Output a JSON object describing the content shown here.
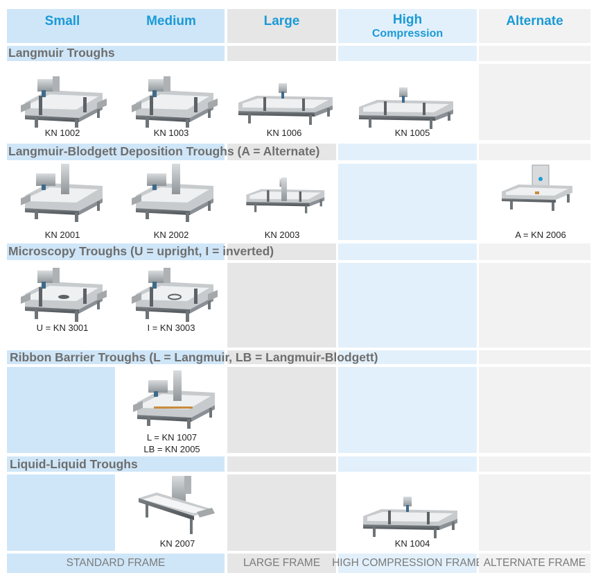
{
  "header": {
    "small": "Small",
    "medium": "Medium",
    "large": "Large",
    "high_line1": "High",
    "high_line2": "Compression",
    "alternate": "Alternate"
  },
  "sections": {
    "langmuir": {
      "title": "Langmuir Troughs",
      "items": [
        "KN 1002",
        "KN 1003",
        "KN 1006",
        "KN 1005"
      ]
    },
    "lb": {
      "title": "Langmuir-Blodgett Deposition Troughs (A = Alternate)",
      "items": [
        "KN 2001",
        "KN 2002",
        "KN 2003",
        "A = KN 2006"
      ]
    },
    "microscopy": {
      "title": "Microscopy Troughs (U = upright, I = inverted)",
      "items": [
        "U = KN 3001",
        "I = KN 3003"
      ]
    },
    "ribbon": {
      "title": "Ribbon Barrier Troughs (L = Langmuir, LB = Langmuir-Blodgett)",
      "items": [
        "L = KN 1007",
        "LB = KN 2005"
      ]
    },
    "liquid": {
      "title": "Liquid-Liquid Troughs",
      "items": [
        "KN 2007",
        "KN 1004"
      ]
    }
  },
  "footer": {
    "standard": "STANDARD FRAME",
    "large": "LARGE FRAME",
    "high": "HIGH COMPRESSION FRAME",
    "alternate": "ALTERNATE FRAME"
  },
  "colors": {
    "header_text": "#1a9ad6",
    "section_text": "#6e6e6e",
    "standard_bg": "#cfe6f8",
    "large_bg": "#e6e6e6",
    "high_bg": "#e2f0fb",
    "alternate_bg": "#f2f2f2"
  }
}
